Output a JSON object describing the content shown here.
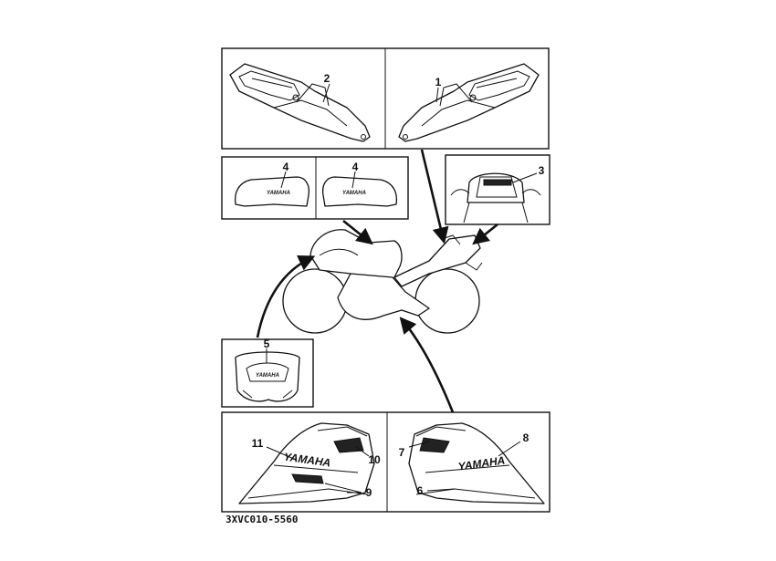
{
  "part_number": "3XVC010-5560",
  "logo_text": "YAMAHA",
  "callouts": {
    "c1": "1",
    "c2": "2",
    "c3": "3",
    "c4a": "4",
    "c4b": "4",
    "c5": "5",
    "c6": "6",
    "c7": "7",
    "c8": "8",
    "c9": "9",
    "c10": "10",
    "c11": "11"
  },
  "colors": {
    "line": "#111111",
    "background": "#ffffff"
  }
}
